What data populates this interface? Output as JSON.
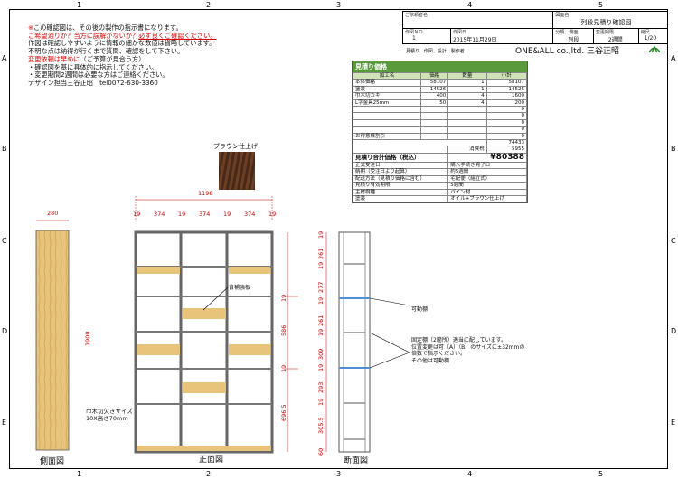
{
  "grid": {
    "columns": [
      "1",
      "2",
      "3",
      "4",
      "5"
    ],
    "rows": [
      "A",
      "B",
      "C",
      "D",
      "E"
    ]
  },
  "notes": {
    "line1_mark": "※",
    "line1": "この確認図は、その後の製作の指示書になります。",
    "line2a": "ご希望通りか？当方に誤解がないか？",
    "line2b": "必ず良くご確認ください。",
    "line3": "作図は確認しやすいように情報の細かな数値は省略しています。",
    "line4": "不明な点は納得が行くまで質問、確認をして下さい。",
    "line5a": "変更依頼は早めに",
    "line5b": "（ご予算が見合う方）",
    "line6": "・確認図を基に具体的に指示してください。",
    "line7": "・変更期間2週間は必要な方はご連絡ください。",
    "line8": "デザイン担当三谷正昭　tel0072-630-3360"
  },
  "title_block": {
    "client_label": "ご依頼者名",
    "client_value": "",
    "drawing_label": "図面名",
    "drawing_value": "列段見積り確認図",
    "no_label": "作図ＮＯ",
    "no_value": "1",
    "date_label": "作図日",
    "date_value": "2015年11月29日",
    "class_label": "分類、側面",
    "class_value": "列段",
    "period_label": "変更期限",
    "period_value": "2週間",
    "scale_label": "縮尺",
    "scale_value": "1/20",
    "maker_label": "見積り、作図、設計、製作者",
    "maker_value": "ONE&ALL co.,ltd. 三谷正昭"
  },
  "estimate": {
    "heading": "見積り価格",
    "headers": [
      "加工名",
      "価格",
      "数量",
      "小計"
    ],
    "rows": [
      [
        "本体価格",
        "58107",
        "1",
        "58107"
      ],
      [
        "塗装",
        "14526",
        "1",
        "14526"
      ],
      [
        "巾木切カキ",
        "400",
        "4",
        "1600"
      ],
      [
        "L字金具25mm",
        "50",
        "4",
        "200"
      ],
      [
        "",
        "",
        "",
        "0"
      ],
      [
        "",
        "",
        "",
        "0"
      ],
      [
        "",
        "",
        "",
        "0"
      ],
      [
        "",
        "",
        "",
        "0"
      ],
      [
        "お得意様割引",
        "",
        "",
        "0"
      ]
    ],
    "subtotal": "74433",
    "tax_label": "消費税",
    "tax_value": "5955",
    "total_label": "見積り合計価格（税込）",
    "total_value": "¥80388",
    "info": [
      [
        "正式受注日",
        "購入手続き完了日"
      ],
      [
        "納期（受注日より起算）",
        "約5週間"
      ],
      [
        "配送方法（見積り価格に含む）",
        "宅配便（組立式）"
      ],
      [
        "見積り有効期限",
        "5週間"
      ],
      [
        "主材樹種",
        "パイン材"
      ],
      [
        "塗装",
        "オイル+ブラウン仕上げ"
      ]
    ]
  },
  "drawing": {
    "swatch_label": "ブラウン仕上げ",
    "side_width": "280",
    "front_width": "1198",
    "front_cols": [
      "19",
      "374",
      "19",
      "374",
      "19",
      "374",
      "19"
    ],
    "height": "1900",
    "back_panel_label": "背補強板",
    "vertical_dims": [
      "19",
      "586",
      "19",
      "696.5"
    ],
    "section_dims": [
      "19",
      "261",
      "19",
      "277",
      "19",
      "261",
      "19",
      "309",
      "19",
      "293",
      "19",
      "305.5",
      "60"
    ],
    "movable_label": "可動棚",
    "fixed_note_1": "固定棚（2箇所）適当に配しています。",
    "fixed_note_2": "位置変更は可（A）（B）のサイズに±32mmの",
    "fixed_note_3": "倍数で指示ください。",
    "fixed_note_4": "その他は可動棚",
    "notch_label_1": "巾木切欠きサイズ",
    "notch_label_2": "10X高さ70mm",
    "view_side": "側面図",
    "view_front": "正面図",
    "view_section": "断面図"
  }
}
